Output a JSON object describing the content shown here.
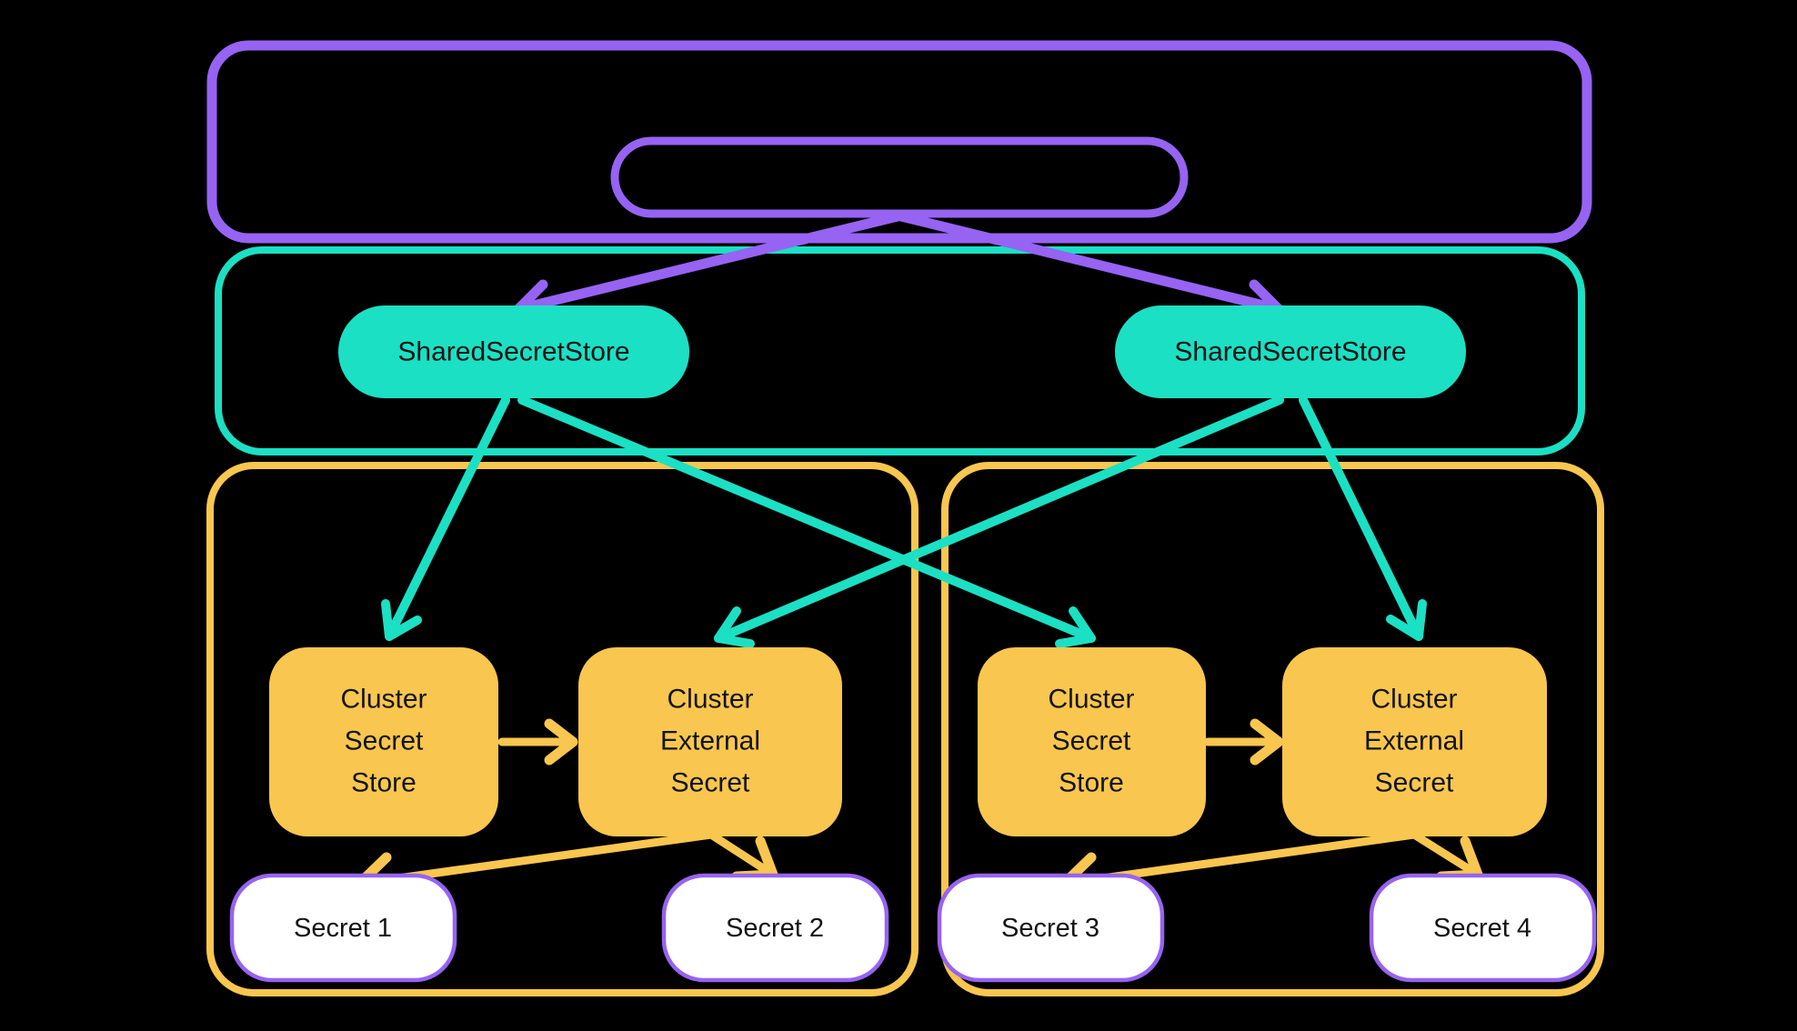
{
  "diagram": {
    "background_color": "#000000",
    "colors": {
      "purple": "#9763F3",
      "teal": "#1BE0C4",
      "yellow": "#F9C64F",
      "node_text": "#141414",
      "secret_fill": "#FFFFFF"
    },
    "shared_secret_stores": [
      {
        "label": "SharedSecretStore"
      },
      {
        "label": "SharedSecretStore"
      }
    ],
    "clusters": [
      {
        "cluster_secret_store_lines": [
          "Cluster",
          "Secret",
          "Store"
        ],
        "cluster_external_secret_lines": [
          "Cluster",
          "External",
          "Secret"
        ],
        "secrets": [
          "Secret 1",
          "Secret 2"
        ]
      },
      {
        "cluster_secret_store_lines": [
          "Cluster",
          "Secret",
          "Store"
        ],
        "cluster_external_secret_lines": [
          "Cluster",
          "External",
          "Secret"
        ],
        "secrets": [
          "Secret 3",
          "Secret 4"
        ]
      }
    ]
  }
}
